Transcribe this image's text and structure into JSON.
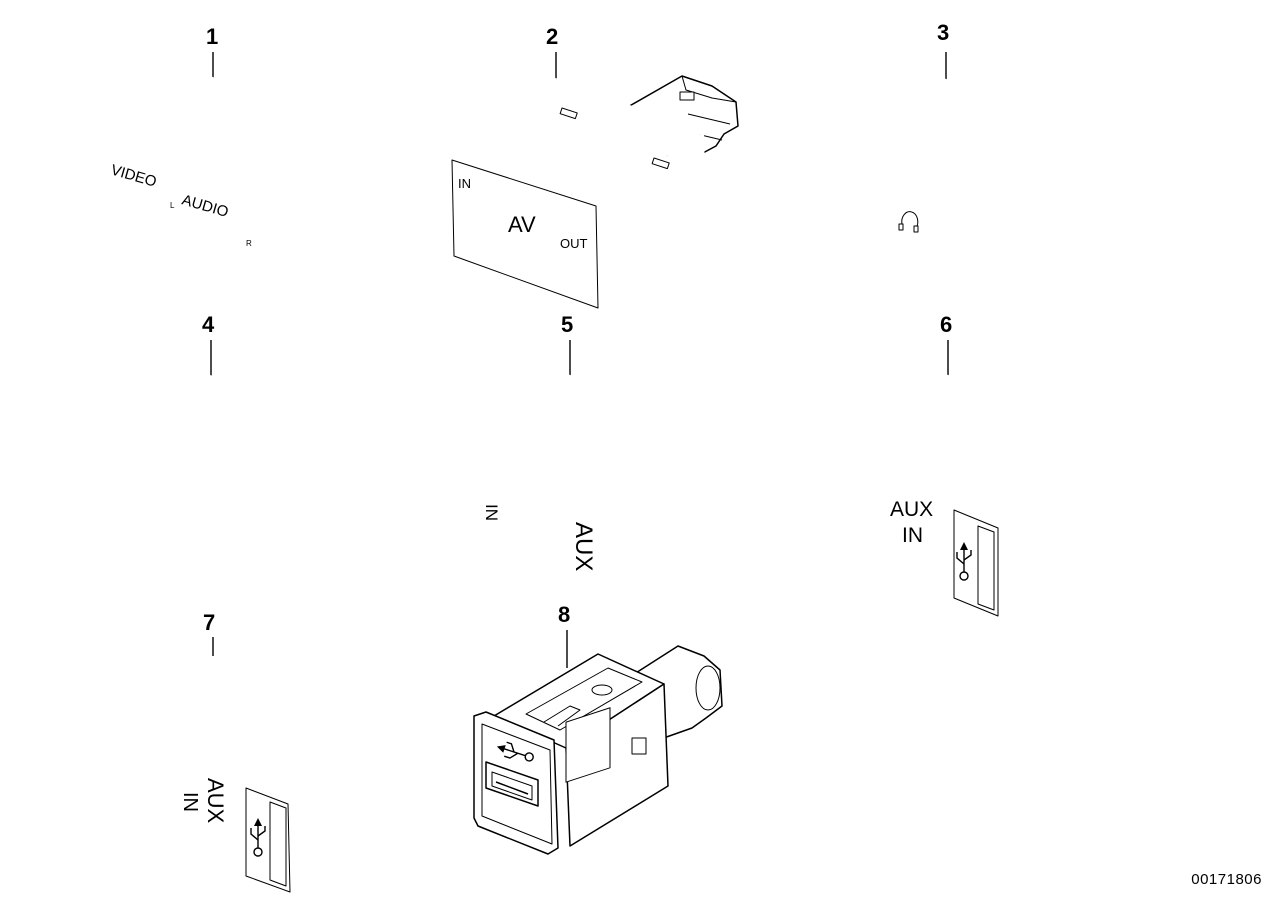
{
  "drawing_number": "00171806",
  "callouts": [
    "1",
    "2",
    "3",
    "4",
    "5",
    "6",
    "7",
    "8"
  ],
  "part1": {
    "video": "VIDEO",
    "audio": "AUDIO",
    "left": "L",
    "right": "R"
  },
  "part2": {
    "in": "IN",
    "av": "AV",
    "out": "OUT"
  },
  "part5": {
    "in": "IN",
    "aux": "AUX"
  },
  "part6": {
    "aux": "AUX",
    "in": "IN"
  },
  "part7": {
    "aux": "AUX",
    "in": "IN"
  }
}
